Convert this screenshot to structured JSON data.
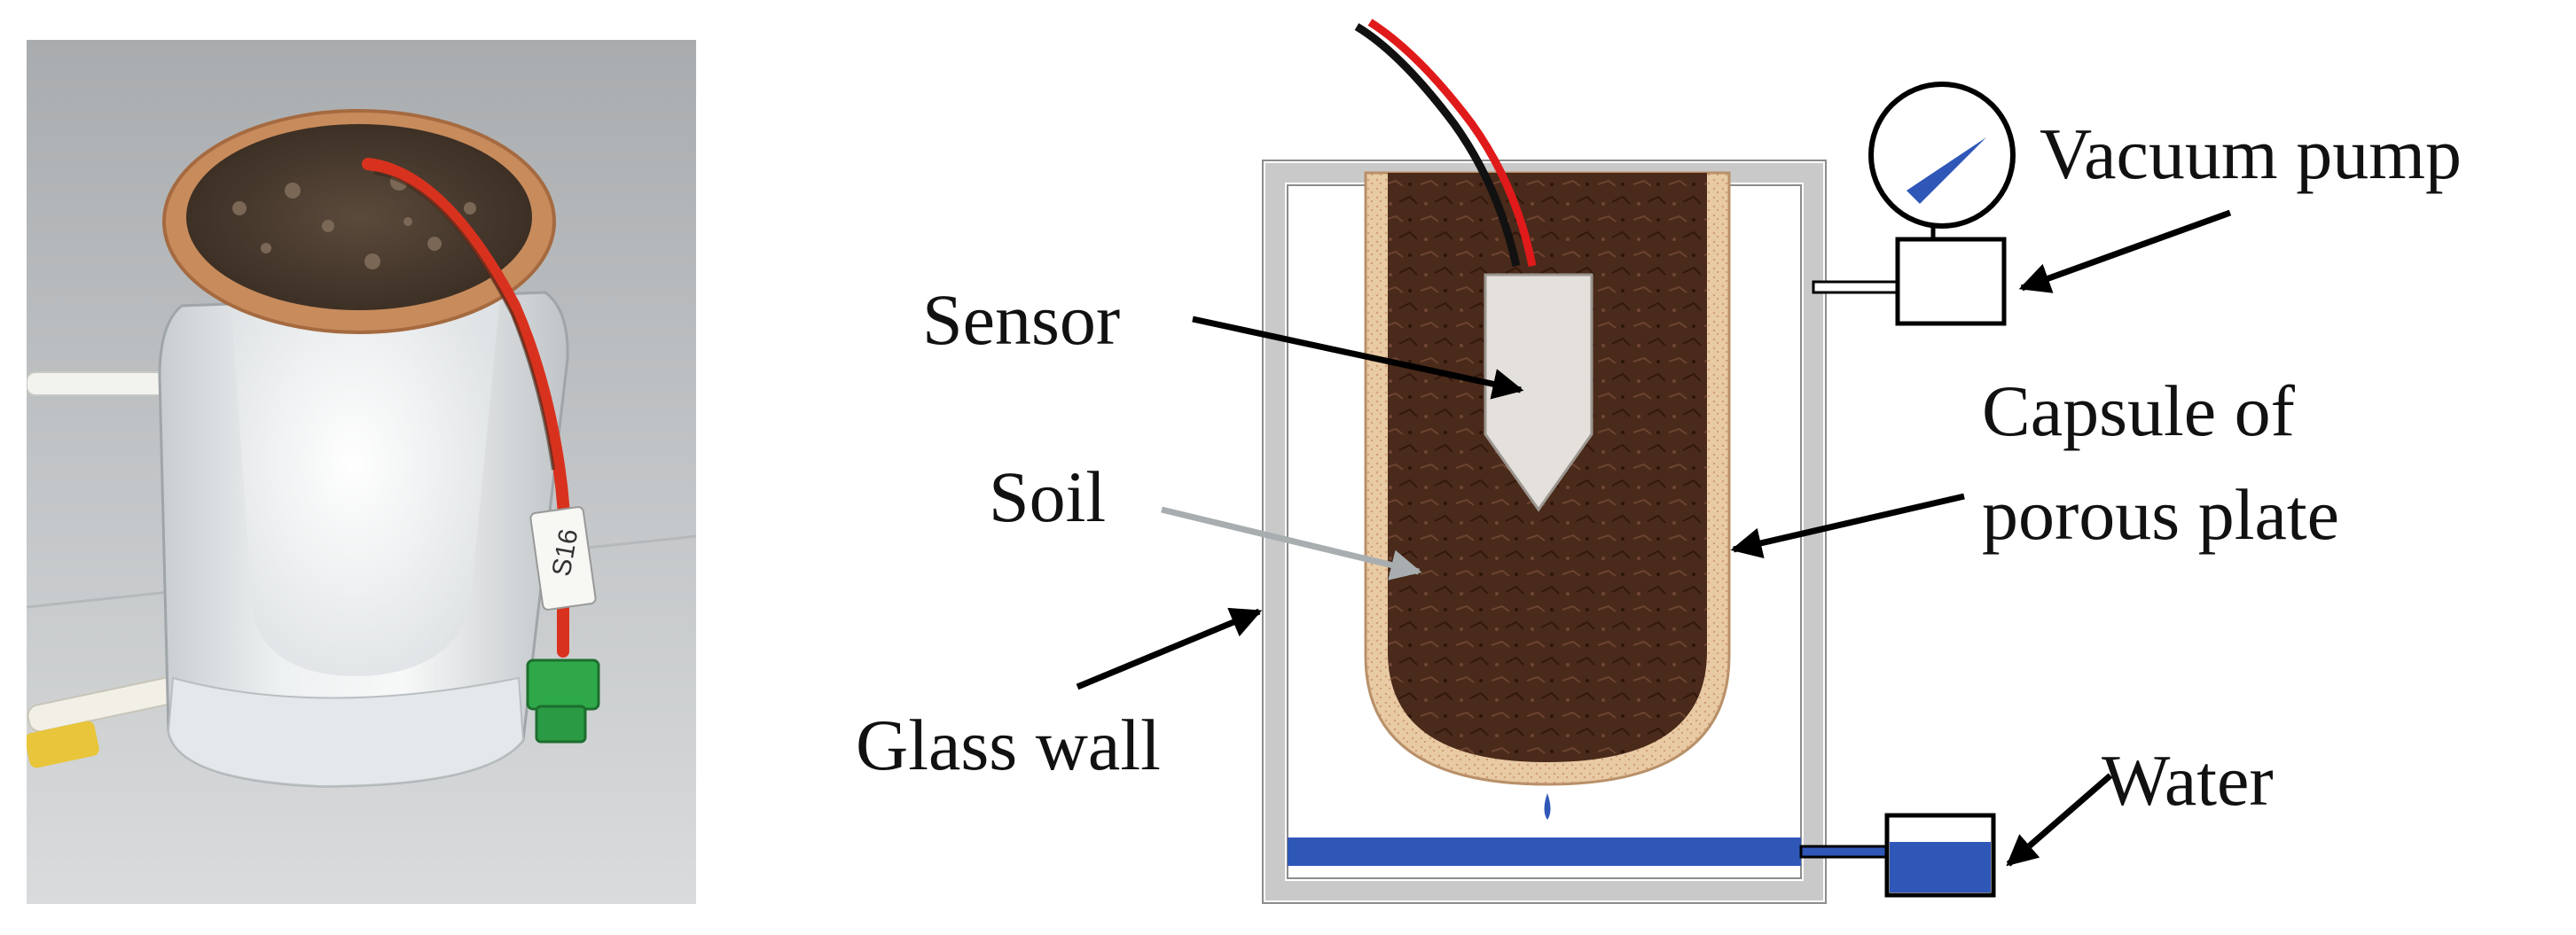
{
  "photo": {
    "jar_tag": "S16"
  },
  "diagram": {
    "labels": {
      "sensor": "Sensor",
      "soil": "Soil",
      "glass_wall": "Glass wall",
      "vacuum_pump": "Vacuum pump",
      "capsule_line1": "Capsule of",
      "capsule_line2": "porous plate",
      "water": "Water"
    },
    "colors": {
      "soil": "#4a2a1a",
      "capsule": "#e6c9a4",
      "glass": "#c9c9c9",
      "water": "#2f57b8",
      "wire_red": "#e01a1a",
      "wire_black": "#111111",
      "sensor": "#e4e0dc"
    }
  }
}
